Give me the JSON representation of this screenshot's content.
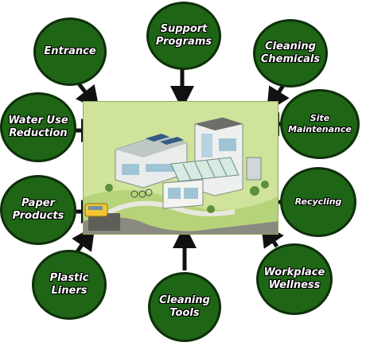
{
  "diagram": {
    "center_image": "green campus building illustration",
    "colors": {
      "node_fill": "#1f6516",
      "node_border": "#0d2f09",
      "arrow": "#111111",
      "background_panel": "#cfe39a"
    },
    "nodes": [
      {
        "id": "support-programs",
        "label": "Support\nPrograms"
      },
      {
        "id": "entrance",
        "label": "Entrance"
      },
      {
        "id": "cleaning-chemicals",
        "label": "Cleaning\nChemicals"
      },
      {
        "id": "water-use-reduction",
        "label": "Water Use\nReduction"
      },
      {
        "id": "site-maintenance",
        "label": "Site\nMaintenance"
      },
      {
        "id": "paper-products",
        "label": "Paper\nProducts"
      },
      {
        "id": "recycling",
        "label": "Recycling"
      },
      {
        "id": "plastic-liners",
        "label": "Plastic\nLiners"
      },
      {
        "id": "workplace-wellness",
        "label": "Workplace\nWellness"
      },
      {
        "id": "cleaning-tools",
        "label": "Cleaning\nTools"
      }
    ]
  }
}
